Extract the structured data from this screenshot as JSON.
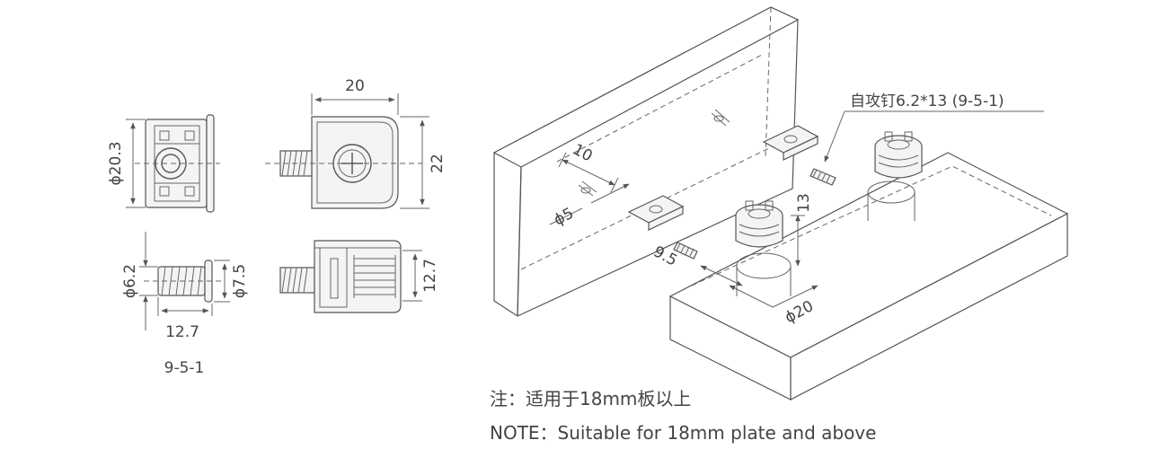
{
  "dimensions": {
    "phi_20_3": "ϕ20.3",
    "width_20": "20",
    "height_22": "22",
    "phi_6_2": "ϕ6.2",
    "phi_7_5": "ϕ7.5",
    "length_12_7": "12.7",
    "height_12_7": "12.7",
    "spacing_10": "10",
    "hole_phi_5": "ϕ5",
    "depth_13": "13",
    "offset_9_5": "9.5",
    "hole_phi_20": "ϕ20"
  },
  "labels": {
    "part_code": "9-5-1",
    "screw_callout": "自攻钉6.2*13 (9-5-1)"
  },
  "notes": {
    "chinese": "注：适用于18mm板以上",
    "english": "NOTE：Suitable for 18mm plate and above"
  }
}
